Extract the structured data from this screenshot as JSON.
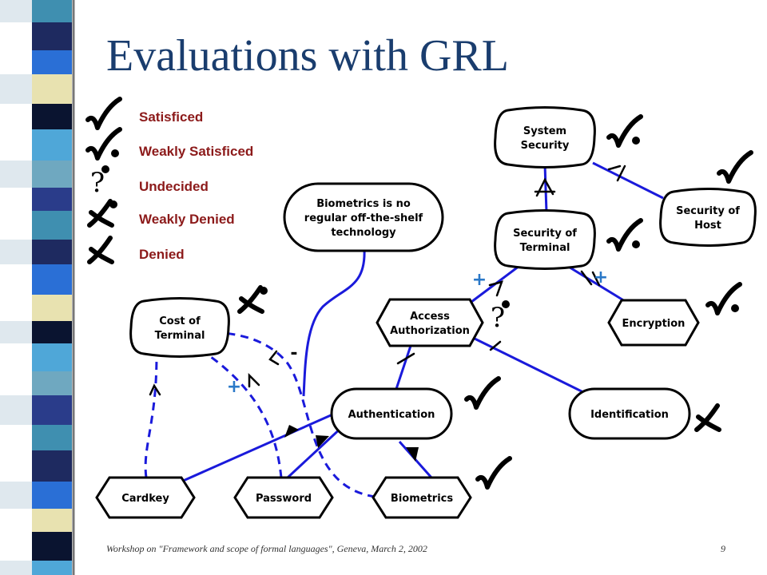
{
  "slide": {
    "title": "Evaluations with GRL",
    "footer": "Workshop on \"Framework and scope of formal languages\", Geneva, March 2, 2002",
    "page_number": "9"
  },
  "legend": [
    {
      "label": "Satisficed",
      "value": "satisficed"
    },
    {
      "label": "Weakly Satisficed",
      "value": "weakly-satisficed"
    },
    {
      "label": "Undecided",
      "value": "undecided"
    },
    {
      "label": "Weakly Denied",
      "value": "weakly-denied"
    },
    {
      "label": "Denied",
      "value": "denied"
    }
  ],
  "diagram": {
    "nodes": [
      {
        "id": "system-security",
        "kind": "softgoal",
        "lines": [
          "System",
          "Security"
        ],
        "evaluation": "weakly-satisficed"
      },
      {
        "id": "security-of-host",
        "kind": "softgoal",
        "lines": [
          "Security of",
          "Host"
        ],
        "evaluation": "satisficed"
      },
      {
        "id": "security-of-terminal",
        "kind": "softgoal",
        "lines": [
          "Security of",
          "Terminal"
        ],
        "evaluation": "weakly-satisficed"
      },
      {
        "id": "cost-of-terminal",
        "kind": "softgoal",
        "lines": [
          "Cost of",
          "Terminal"
        ],
        "evaluation": "weakly-denied"
      },
      {
        "id": "biometrics-belief",
        "kind": "belief",
        "lines": [
          "Biometrics is no",
          "regular off-the-shelf",
          "technology"
        ]
      },
      {
        "id": "access-authorization",
        "kind": "task",
        "lines": [
          "Access",
          "Authorization"
        ],
        "evaluation": "undecided"
      },
      {
        "id": "encryption",
        "kind": "task",
        "lines": [
          "Encryption"
        ],
        "evaluation": "weakly-satisficed"
      },
      {
        "id": "authentication",
        "kind": "goal",
        "lines": [
          "Authentication"
        ],
        "evaluation": "satisficed"
      },
      {
        "id": "identification",
        "kind": "goal",
        "lines": [
          "Identification"
        ],
        "evaluation": "denied"
      },
      {
        "id": "cardkey",
        "kind": "task",
        "lines": [
          "Cardkey"
        ]
      },
      {
        "id": "password",
        "kind": "task",
        "lines": [
          "Password"
        ]
      },
      {
        "id": "biometrics",
        "kind": "task",
        "lines": [
          "Biometrics"
        ],
        "evaluation": "satisficed"
      }
    ],
    "links": [
      {
        "from": "security-of-terminal",
        "to": "system-security",
        "type": "contribution",
        "style": "solid"
      },
      {
        "from": "security-of-host",
        "to": "system-security",
        "type": "contribution",
        "style": "solid"
      },
      {
        "from": "access-authorization",
        "to": "security-of-terminal",
        "type": "contribution",
        "label": "+",
        "style": "solid"
      },
      {
        "from": "encryption",
        "to": "security-of-terminal",
        "type": "contribution",
        "label": "+",
        "style": "solid"
      },
      {
        "from": "authentication",
        "to": "access-authorization",
        "type": "decomposition",
        "style": "solid"
      },
      {
        "from": "identification",
        "to": "access-authorization",
        "type": "decomposition",
        "style": "solid"
      },
      {
        "from": "cardkey",
        "to": "authentication",
        "type": "means-end",
        "style": "solid"
      },
      {
        "from": "password",
        "to": "authentication",
        "type": "means-end",
        "style": "solid"
      },
      {
        "from": "biometrics",
        "to": "authentication",
        "type": "means-end",
        "style": "solid"
      },
      {
        "from": "biometrics-belief",
        "to": "authentication",
        "type": "belief",
        "style": "solid"
      },
      {
        "from": "cardkey",
        "to": "cost-of-terminal",
        "type": "contribution",
        "style": "dashed"
      },
      {
        "from": "password",
        "to": "cost-of-terminal",
        "type": "contribution",
        "label": "+",
        "style": "dashed"
      },
      {
        "from": "biometrics",
        "to": "cost-of-terminal",
        "type": "contribution",
        "label": "-",
        "style": "dashed"
      }
    ]
  },
  "colors": {
    "link": "#1a1adb",
    "title": "#1a3d6e",
    "legend_text": "#8c1a1a",
    "plus_sign": "#2a78c8"
  },
  "stripe_colors": [
    "#3f8fb0",
    "#1e2a60",
    "#2a6fd6",
    "#e8e2b0",
    "#0a1430",
    "#4fa7d8",
    "#6fa8c0",
    "#2a3c8a"
  ]
}
